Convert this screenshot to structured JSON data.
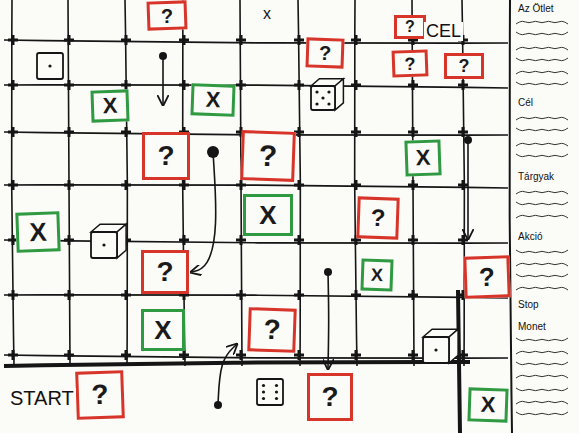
{
  "diagram": {
    "nodes": [
      {
        "text": [
          "?"
        ]
      },
      {
        "text": [
          "?"
        ]
      },
      {
        "text": [
          "?"
        ]
      },
      {
        "text": [
          "?"
        ]
      },
      {
        "text": [
          "?"
        ]
      },
      {
        "text": [
          "X"
        ]
      },
      {
        "text": [
          "X"
        ]
      },
      {
        "text": [
          "?"
        ]
      },
      {
        "text": [
          "?"
        ]
      },
      {
        "text": [
          "X"
        ]
      },
      {
        "text": [
          "X"
        ]
      },
      {
        "text": [
          "?"
        ]
      },
      {
        "text": [
          "X"
        ]
      },
      {
        "text": [
          "?"
        ]
      },
      {
        "text": [
          "X"
        ]
      },
      {
        "text": [
          "?"
        ]
      },
      {
        "text": [
          "X"
        ]
      },
      {
        "text": [
          "?"
        ]
      },
      {
        "text": [
          "?"
        ]
      },
      {
        "text": [
          "?"
        ]
      },
      {
        "text": [
          "X"
        ]
      }
    ],
    "labels": [
      "x",
      "CEL",
      "START",
      "Az Ötlet",
      "Cél",
      "Tárgyak",
      "Akció",
      "Stop",
      "Monet"
    ]
  }
}
